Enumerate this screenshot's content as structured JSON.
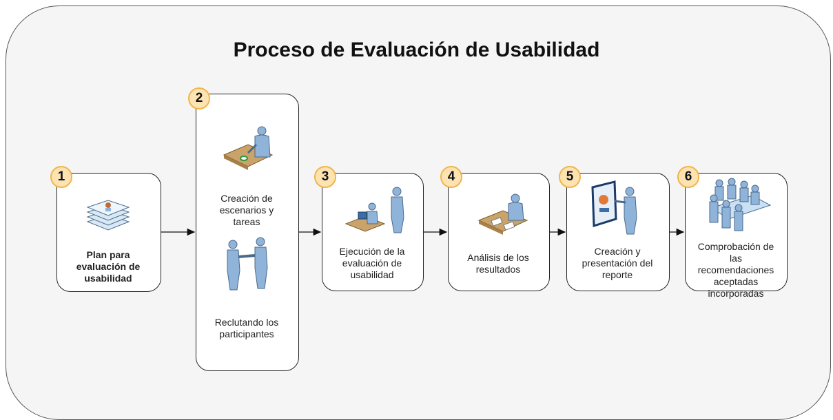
{
  "title": "Proceso de Evaluación de Usabilidad",
  "steps": [
    {
      "number": "1",
      "label": "Plan para evaluación de usabilidad",
      "icon": "document-stack-icon"
    },
    {
      "number": "2",
      "label": "Creación de escenarios y tareas",
      "label2": "Reclutando los participantes",
      "icon": "person-writing-desk-icon",
      "icon2": "handshake-icon"
    },
    {
      "number": "3",
      "label": "Ejecución de la evaluación de usabilidad",
      "icon": "observer-computer-icon"
    },
    {
      "number": "4",
      "label": "Análisis de los resultados",
      "icon": "person-desk-analysis-icon"
    },
    {
      "number": "5",
      "label": "Creación y presentación del reporte",
      "icon": "presenter-board-icon"
    },
    {
      "number": "6",
      "label": "Comprobación de las recomendaciones aceptadas incorporadas",
      "icon": "meeting-group-icon"
    }
  ],
  "colors": {
    "badge_fill": "#fde3b2",
    "badge_border": "#f0b54a",
    "person": "#8fb3d9",
    "desk": "#c9a36a"
  }
}
